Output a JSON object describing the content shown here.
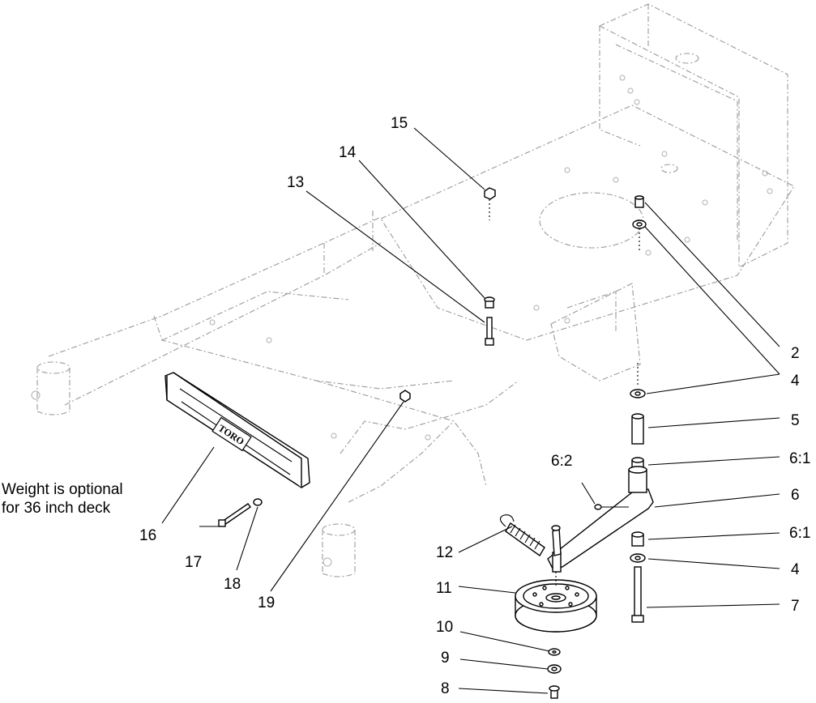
{
  "note": {
    "line1": "Weight is optional",
    "line2": "for 36 inch deck"
  },
  "callouts": {
    "c2": "2",
    "c4a": "4",
    "c4b": "4",
    "c5": "5",
    "c61a": "6:1",
    "c62": "6:2",
    "c6": "6",
    "c61b": "6:1",
    "c7": "7",
    "c8": "8",
    "c9": "9",
    "c10": "10",
    "c11": "11",
    "c12": "12",
    "c13": "13",
    "c14": "14",
    "c15": "15",
    "c16": "16",
    "c17": "17",
    "c18": "18",
    "c19": "19"
  },
  "weight_logo": "TORO"
}
